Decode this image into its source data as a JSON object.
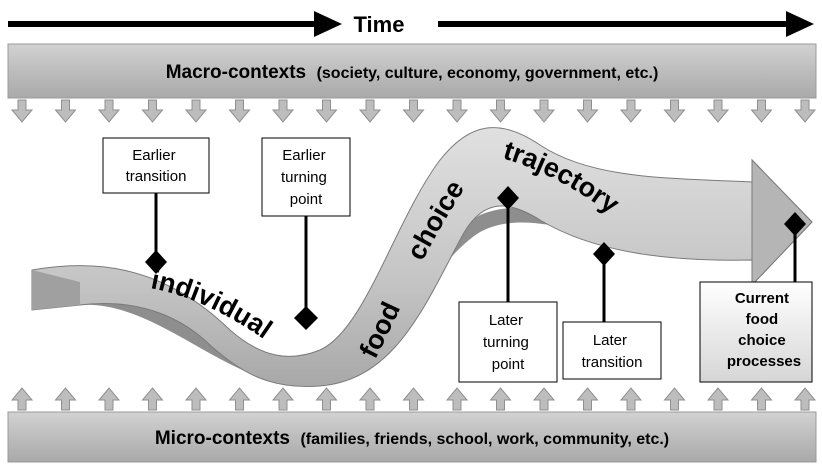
{
  "time": {
    "label": "Time"
  },
  "macro": {
    "title": "Macro-contexts",
    "details": "(society, culture, economy, government, etc.)"
  },
  "micro": {
    "title": "Micro-contexts",
    "details": "(families, friends, school, work, community, etc.)"
  },
  "ribbon": {
    "words": [
      "individual",
      "food",
      "choice",
      "trajectory"
    ]
  },
  "markers": [
    {
      "id": "earlier-transition",
      "lines": [
        "Earlier",
        "transition"
      ]
    },
    {
      "id": "earlier-turning-point",
      "lines": [
        "Earlier",
        "turning",
        "point"
      ]
    },
    {
      "id": "later-turning-point",
      "lines": [
        "Later",
        "turning",
        "point"
      ]
    },
    {
      "id": "later-transition",
      "lines": [
        "Later",
        "transition"
      ]
    },
    {
      "id": "current-food-choice-processes",
      "lines": [
        "Current",
        "food",
        "choice",
        "processes"
      ]
    }
  ],
  "colors": {
    "band": "#bdbdbd",
    "band_dark": "#8f8f8f",
    "ribbon": "#c9c9c9",
    "ribbon_shadow": "#8a8a8a",
    "marker": "#000000",
    "arrow": "#000000"
  }
}
